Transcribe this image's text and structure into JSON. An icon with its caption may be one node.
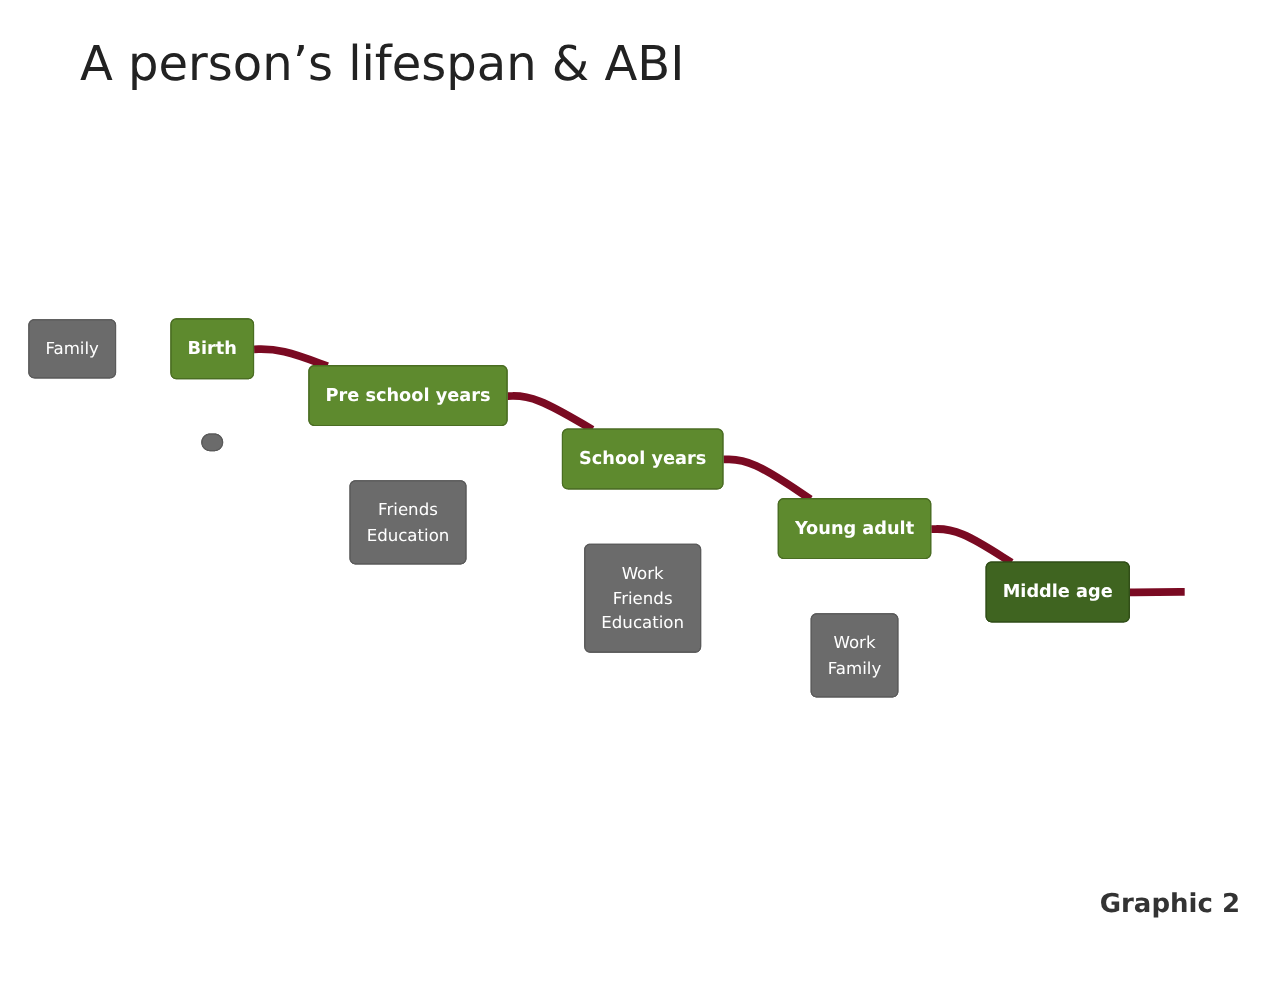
{
  "diagram": {
    "title": "A person’s lifespan & ABI",
    "nodes": [
      {
        "text": [
          "Friends",
          "Education"
        ]
      },
      {
        "text": [
          "School years"
        ]
      },
      {
        "text": [
          "Work",
          "Family"
        ]
      },
      {
        "text": [
          "Middle age"
        ]
      },
      {
        "text": [],
        "shape": "cloud"
      },
      {
        "text": [
          "Pre school years"
        ]
      },
      {
        "text": [
          "Young adult"
        ]
      },
      {
        "text": [
          "Work",
          "Friends",
          "Education"
        ]
      },
      {
        "text": [
          "Family"
        ]
      },
      {
        "text": [
          "Birth"
        ]
      }
    ],
    "edges": [
      {
        "from": 9,
        "to": 5,
        "arrow": "none"
      },
      {
        "from": 5,
        "to": 1,
        "arrow": "none"
      },
      {
        "from": 1,
        "to": 6,
        "arrow": "none"
      },
      {
        "from": 6,
        "to": 3,
        "arrow": "none"
      },
      {
        "from": 3,
        "to": null,
        "arrow": "none"
      }
    ],
    "labels": [
      "Graphic 2"
    ]
  }
}
